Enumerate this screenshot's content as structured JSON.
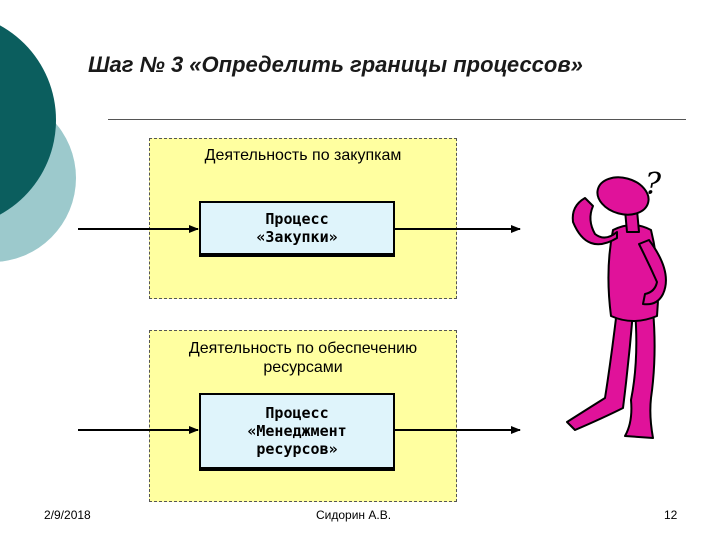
{
  "slide": {
    "title": "Шаг № 3 «Определить границы процессов»",
    "page_number": "12",
    "date": "2/9/2018",
    "author": "Сидорин А.В."
  },
  "activities": [
    {
      "label_lines": [
        "Деятельность по закупкам"
      ],
      "process_lines": [
        "Процесс",
        "«Закупки»"
      ]
    },
    {
      "label_lines": [
        "Деятельность по обеспечению",
        "ресурсами"
      ],
      "process_lines": [
        "Процесс",
        "«Менеджмент",
        "ресурсов»"
      ]
    }
  ],
  "figure": {
    "question_mark": "?",
    "color": "#e0129a"
  },
  "colors": {
    "teal_dark": "#0b5e5e",
    "teal_light": "#9cc9cc",
    "activity_fill": "#ffffa0",
    "process_fill": "#dff4fb"
  }
}
